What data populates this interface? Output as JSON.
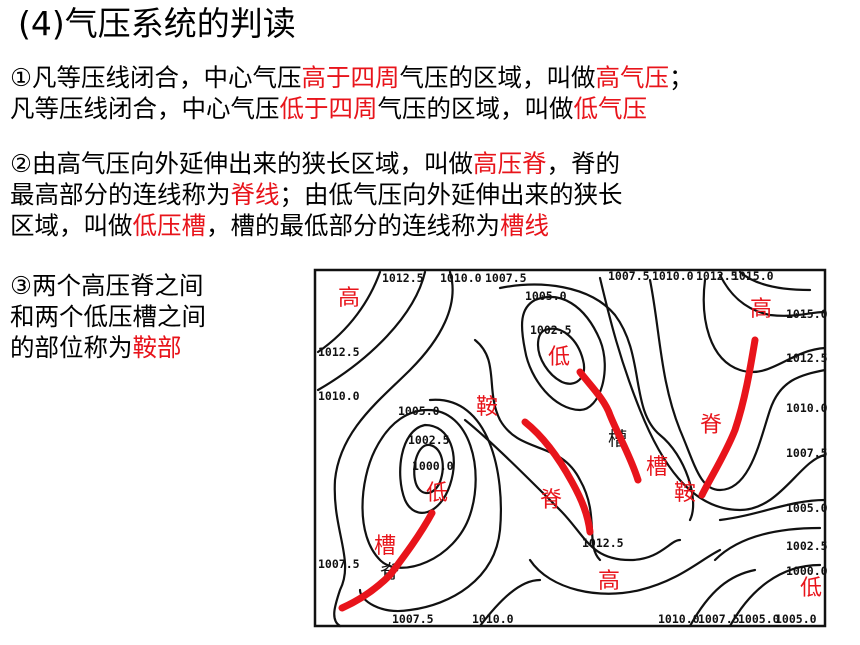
{
  "title": "(4)气压系统的判读",
  "p1": {
    "l1a": "①凡等压线闭合，中心气压",
    "l1b": "高于四周",
    "l1c": "气压的区域，叫做",
    "l1d": "高气压",
    "l1e": "；",
    "l2a": "凡等压线闭合，中心气压",
    "l2b": "低于四周",
    "l2c": "气压的区域，叫做",
    "l2d": "低气压"
  },
  "p2": {
    "l1a": "②由高气压向外延伸出来的狭长区域，叫做",
    "l1b": "高压脊",
    "l1c": "，脊的",
    "l2a": "最高部分的连线称为",
    "l2b": "脊线",
    "l2c": "；由低气压向外延伸出来的狭长",
    "l3a": "区域，叫做",
    "l3b": "低压槽",
    "l3c": "，槽的最低部分的连线称为",
    "l3d": "槽线"
  },
  "p3": {
    "l1": "③两个高压脊之间",
    "l2": "和两个低压槽之间",
    "l3a": "的部位称为",
    "l3b": "鞍部"
  },
  "map": {
    "iso_labels": {
      "top_1": "1012.5",
      "top_2": "1010.0",
      "top_3": "1007.5",
      "top_4": "1007.5",
      "top_5": "1010.0",
      "top_6": "1012.5",
      "top_7": "1015.0",
      "c_1005": "1005.0",
      "c_10025": "1002.5",
      "right_1": "1015.0",
      "right_2": "1012.5",
      "right_3": "1010.0",
      "right_4": "1007.5",
      "right_5": "1005.0",
      "right_6": "1002.5",
      "right_7": "1000.0",
      "left_1": "1012.5",
      "left_2": "1010.0",
      "left_3": "1007.5",
      "l_1005": "1005.0",
      "l_10025": "1002.5",
      "l_1000": "1000.0",
      "mid_10125": "1012.5",
      "bot_1": "1007.5",
      "bot_2": "1010.0",
      "bot_3": "1010.0",
      "bot_4": "1007.5",
      "bot_5": "1005.0",
      "bot_6": "1005.0"
    },
    "labels": {
      "high_tl": "高",
      "high_tr": "高",
      "high_b": "高",
      "low_c": "低",
      "low_l": "低",
      "low_br": "低",
      "saddle_l": "鞍",
      "saddle_r": "鞍",
      "ridge_l": "脊",
      "ridge_r": "脊",
      "trough_l": "槽",
      "trough_c": "槽",
      "trough_print": "槽",
      "ridge_print": "脊"
    },
    "colors": {
      "annotation": "#e8141b",
      "lines": "#111111"
    }
  }
}
